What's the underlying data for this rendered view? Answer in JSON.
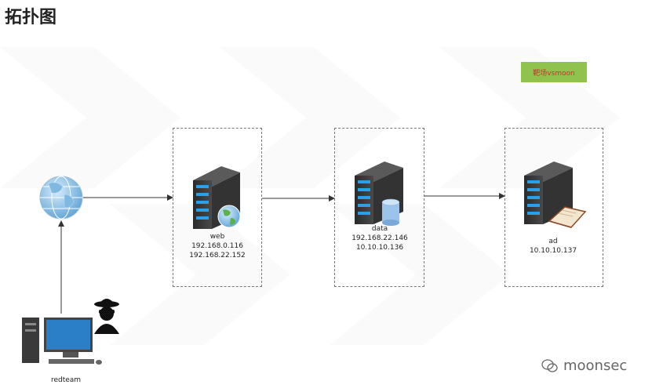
{
  "title": "拓扑图",
  "badge": "靶场vsmoon",
  "nodes": {
    "web": {
      "name": "web",
      "ip1": "192.168.0.116",
      "ip2": "192.168.22.152"
    },
    "data": {
      "name": "data",
      "ip1": "192.168.22.146",
      "ip2": "10.10.10.136"
    },
    "ad": {
      "name": "ad",
      "ip1": "10.10.10.137"
    },
    "redteam": {
      "name": "redteam"
    }
  },
  "watermark": "moonsec",
  "icons": [
    "globe-icon",
    "server-icon",
    "database-icon",
    "book-icon",
    "computer-icon",
    "hacker-icon",
    "wechat-icon"
  ]
}
